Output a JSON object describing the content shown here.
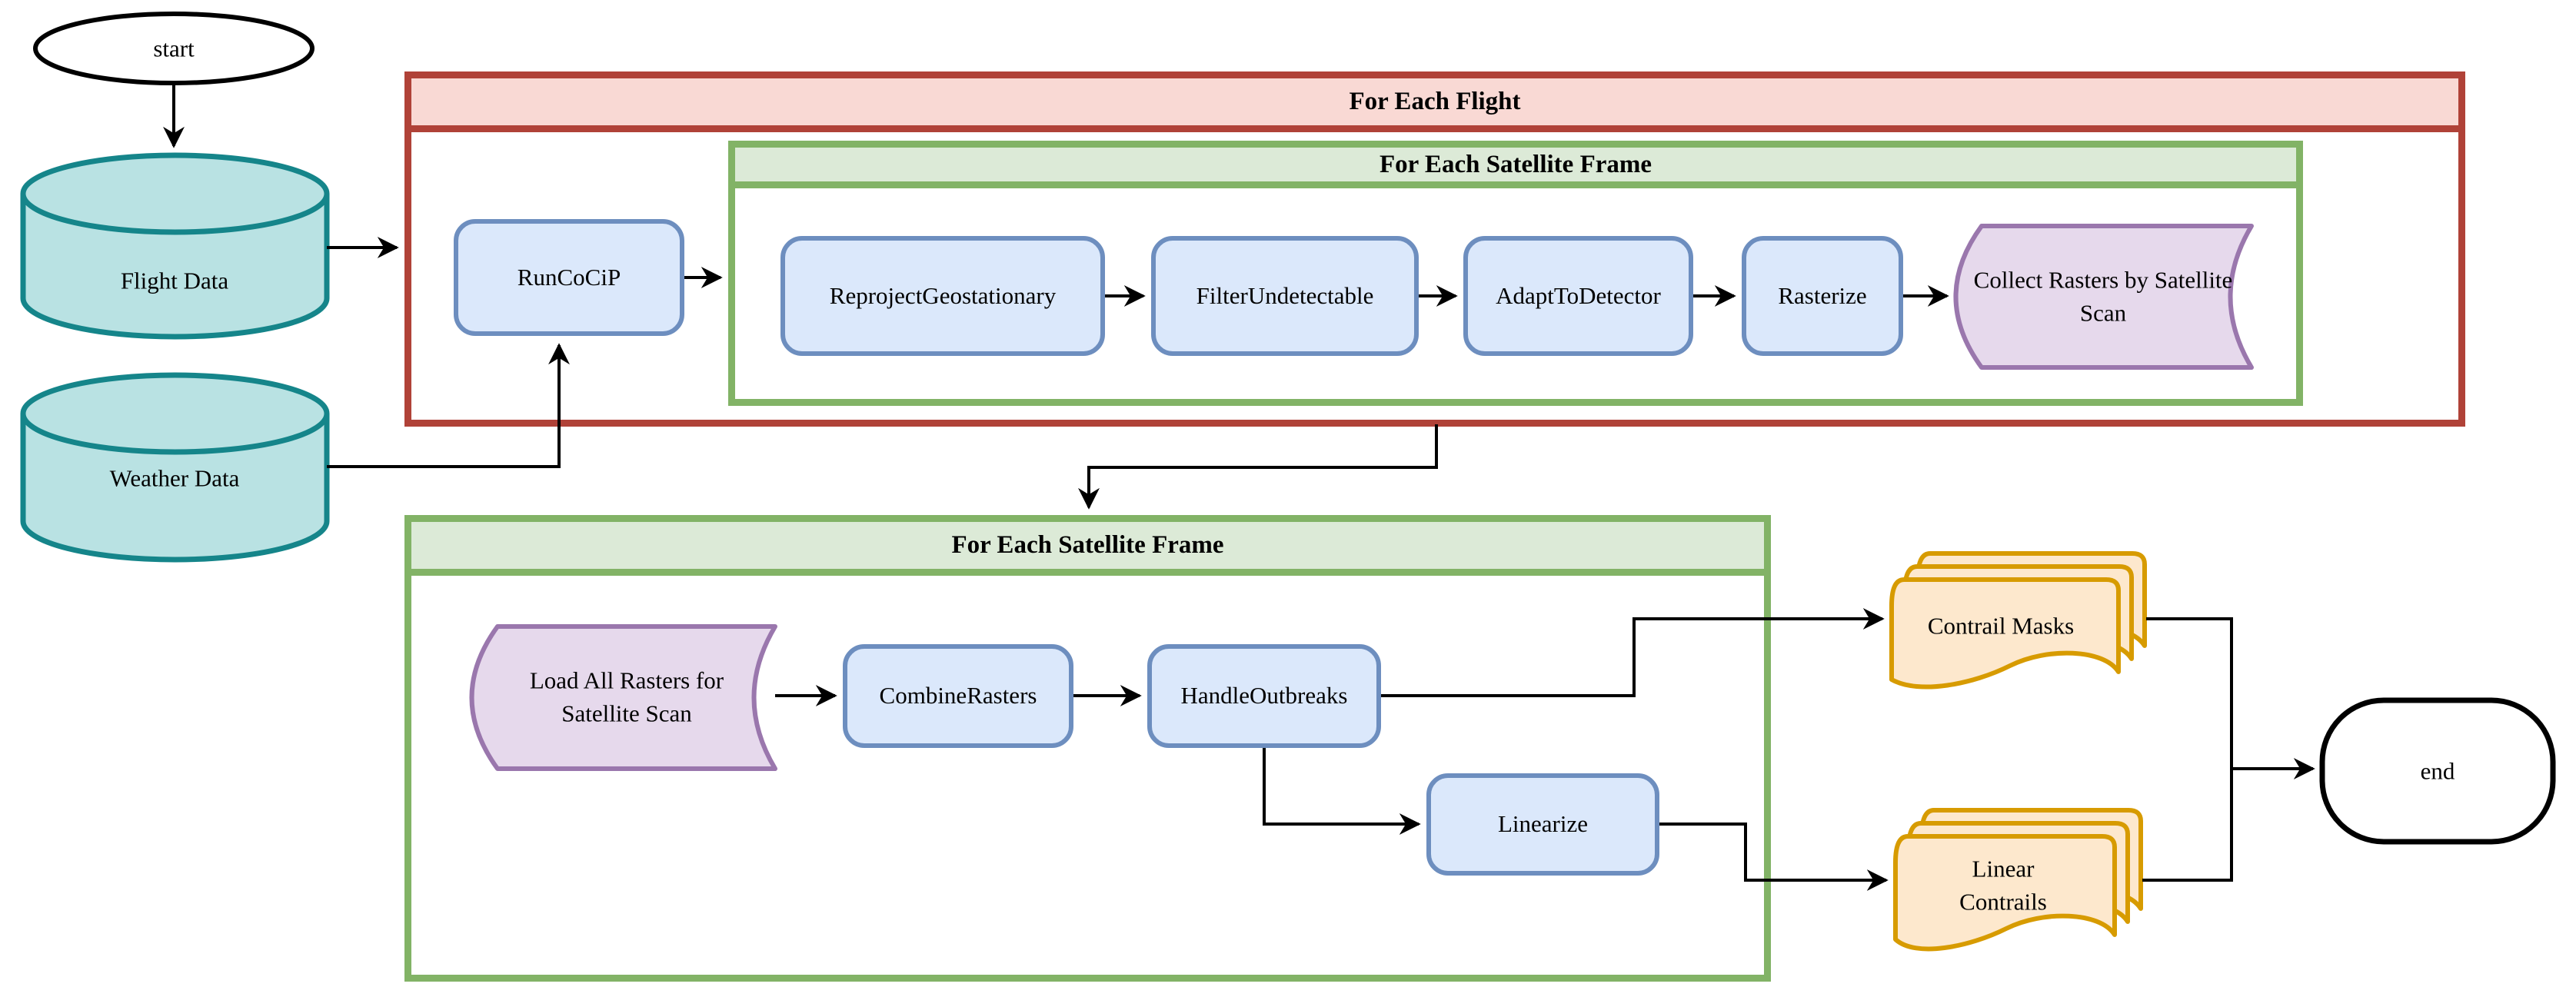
{
  "colors": {
    "red-stroke": "#b04238",
    "red-fill": "#f9d9d4",
    "green-stroke": "#82b366",
    "green-fill": "#dcead7",
    "blue-stroke": "#6d8ebf",
    "blue-fill": "#dbe8fb",
    "teal-stroke": "#15858a",
    "teal-fill": "#b9e2e3",
    "purple-stroke": "#9a77ad",
    "purple-fill": "#e6d9ec",
    "orange-stroke": "#d79b00",
    "orange-fill": "#fde8cd",
    "edge": "#000000"
  },
  "containers": {
    "for_each_flight": {
      "title": "For Each Flight"
    },
    "for_each_satellite_frame_inner": {
      "title": "For Each Satellite Frame"
    },
    "for_each_satellite_frame_outer": {
      "title": "For Each Satellite Frame"
    }
  },
  "nodes": {
    "start": {
      "label": "start"
    },
    "flight_data": {
      "label": "Flight Data"
    },
    "weather_data": {
      "label": "Weather Data"
    },
    "run_cocip": {
      "label": "RunCoCiP"
    },
    "reproject_geostationary": {
      "label": "ReprojectGeostationary"
    },
    "filter_undetectable": {
      "label": "FilterUndetectable"
    },
    "adapt_to_detector": {
      "label": "AdaptToDetector"
    },
    "rasterize": {
      "label": "Rasterize"
    },
    "collect_rasters": {
      "label": "Collect Rasters by Satellite Scan"
    },
    "load_all_rasters": {
      "label": "Load All Rasters for Satellite Scan"
    },
    "combine_rasters": {
      "label": "CombineRasters"
    },
    "handle_outbreaks": {
      "label": "HandleOutbreaks"
    },
    "linearize": {
      "label": "Linearize"
    },
    "contrail_masks": {
      "label": "Contrail Masks"
    },
    "linear_contrails": {
      "label": "Linear Contrails"
    },
    "end": {
      "label": "end"
    }
  }
}
